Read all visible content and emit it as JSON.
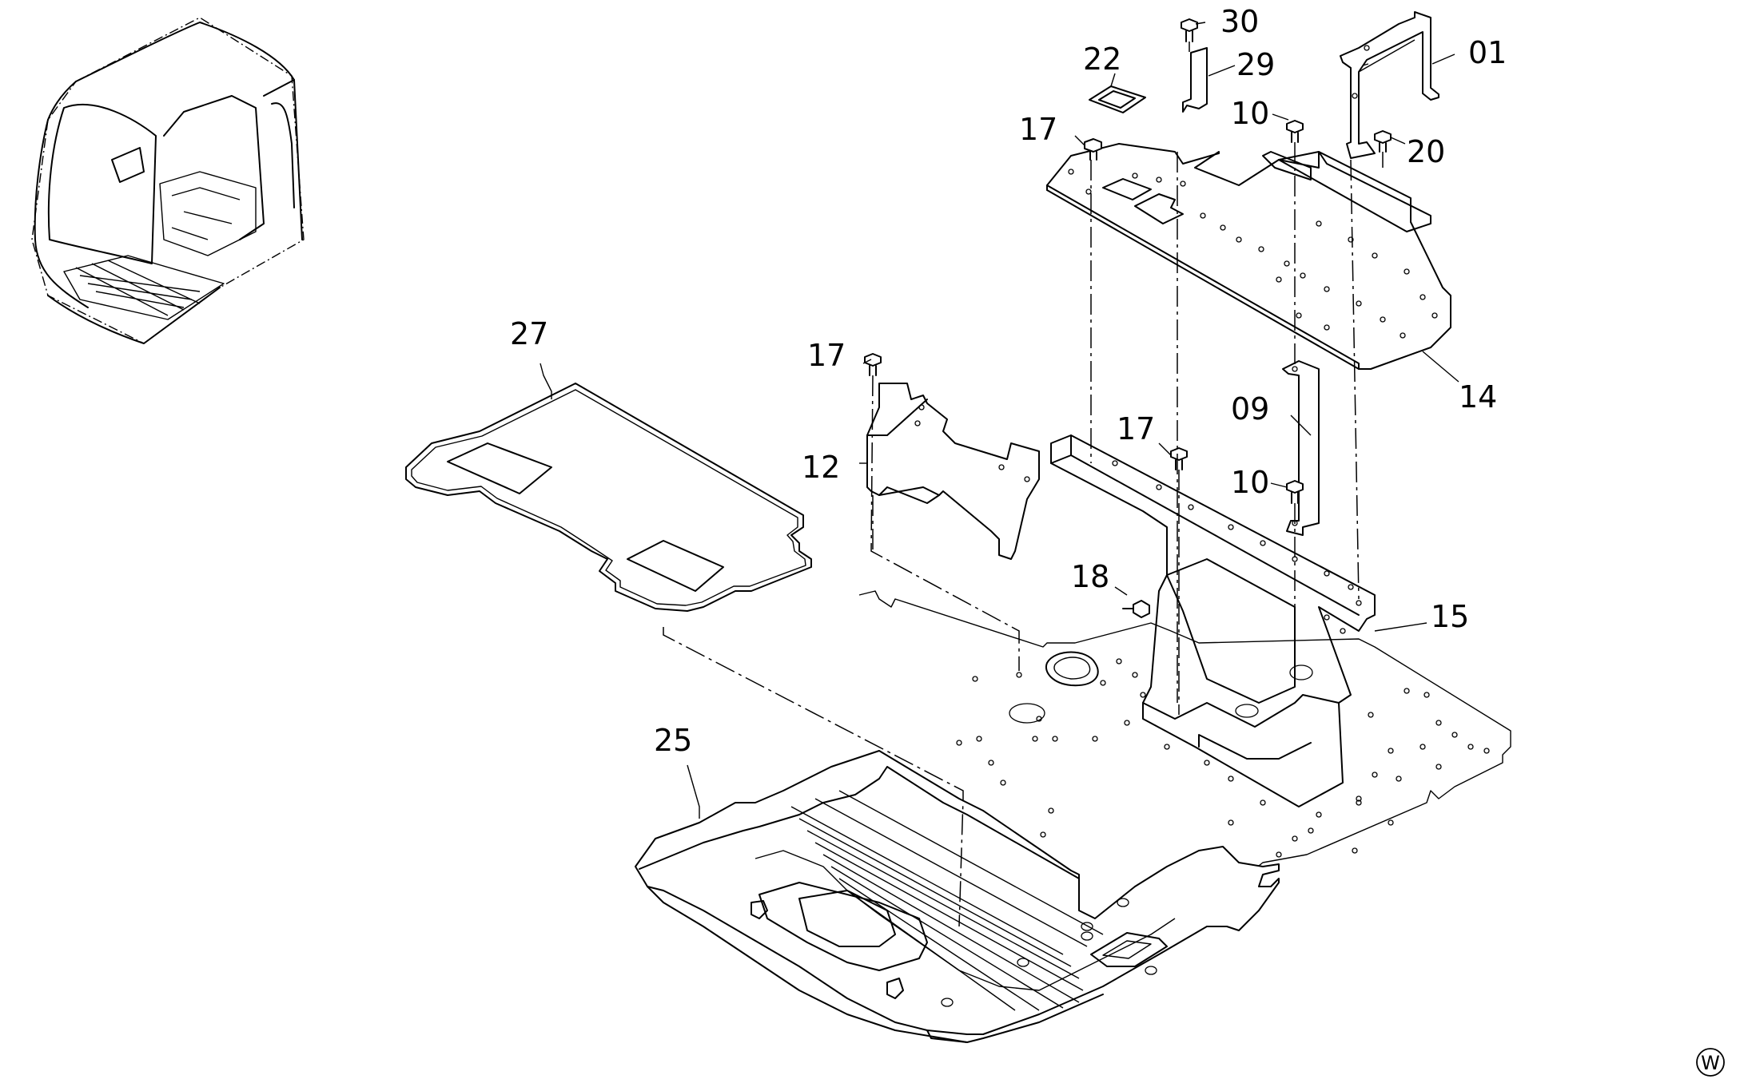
{
  "parts": {
    "p01": "01",
    "p09": "09",
    "p10a": "10",
    "p10b": "10",
    "p12": "12",
    "p14": "14",
    "p15": "15",
    "p17a": "17",
    "p17b": "17",
    "p17c": "17",
    "p18": "18",
    "p20": "20",
    "p22": "22",
    "p25": "25",
    "p27": "27",
    "p29": "29",
    "p30": "30"
  },
  "corner_mark": "W"
}
